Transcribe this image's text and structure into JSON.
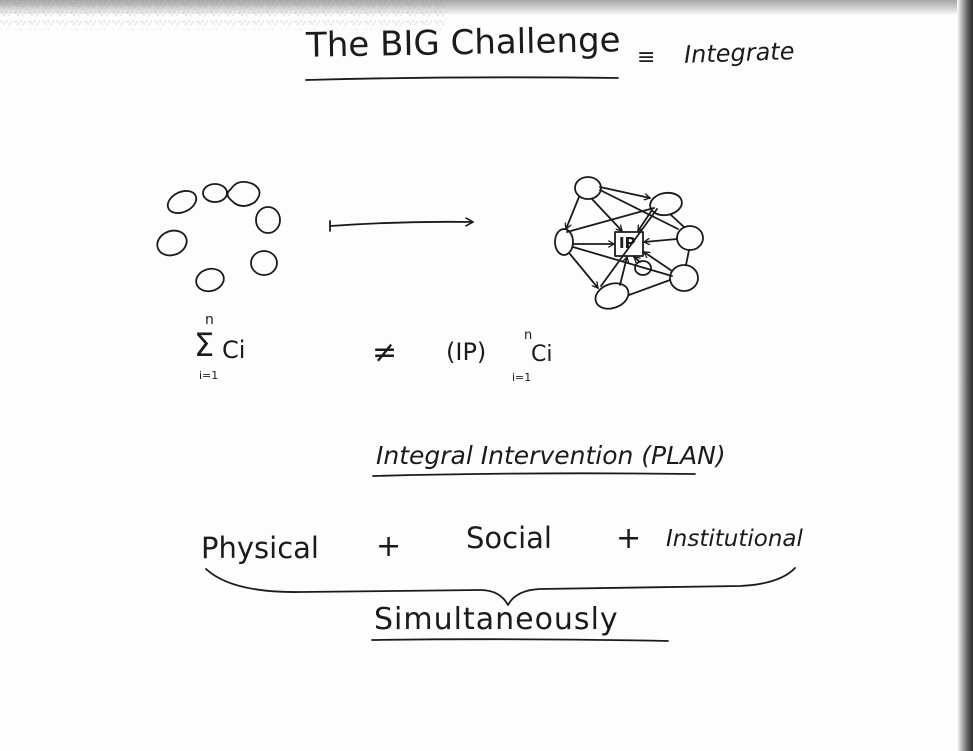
{
  "title": {
    "left": "The BIG Challenge",
    "equiv": "≡",
    "right": "Integrate"
  },
  "formula_left": {
    "sum": "Σ",
    "upper": "n",
    "lower": "i=1",
    "term": "Ci"
  },
  "formula_right": {
    "neq": "≠",
    "ip": "(IP)",
    "upper": "n",
    "lower": "i=1",
    "term": "Ci"
  },
  "ip_box_label": "IP",
  "integral_heading": "Integral Intervention (PLAN)",
  "components": {
    "physical": "Physical",
    "plus1": "+",
    "social": "Social",
    "plus2": "+",
    "institutional": "Institutional"
  },
  "simultaneously": "Simultaneously",
  "colors": {
    "ink": "#1b1b1b",
    "paper": "#fdfdfd"
  }
}
